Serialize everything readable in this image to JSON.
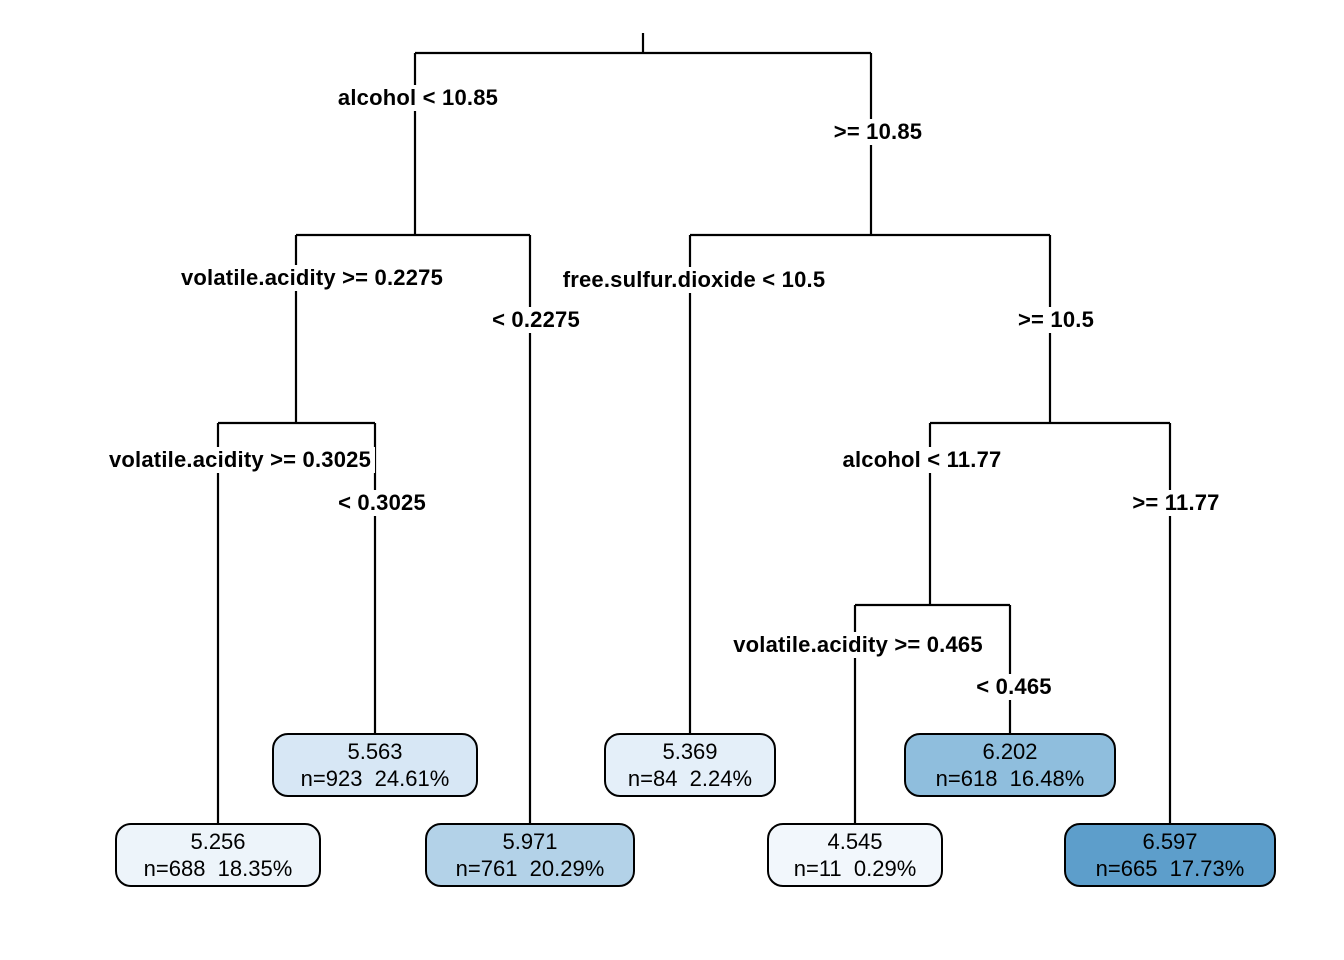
{
  "diagram": {
    "type": "regression-decision-tree",
    "background_color": "#ffffff",
    "line_color": "#000000",
    "text_color": "#000000",
    "leaf_border_color": "#000000",
    "splits": [
      {
        "id": "s-root",
        "parent_id": null,
        "side": null,
        "left_label": "alcohol < 10.85",
        "right_label": ">= 10.85"
      },
      {
        "id": "s-va2275",
        "parent_id": "s-root",
        "side": "left",
        "left_label": "volatile.acidity >= 0.2275",
        "right_label": "< 0.2275"
      },
      {
        "id": "s-fsd105",
        "parent_id": "s-root",
        "side": "right",
        "left_label": "free.sulfur.dioxide < 10.5",
        "right_label": ">= 10.5"
      },
      {
        "id": "s-va3025",
        "parent_id": "s-va2275",
        "side": "left",
        "left_label": "volatile.acidity >= 0.3025",
        "right_label": "< 0.3025"
      },
      {
        "id": "s-alc1177",
        "parent_id": "s-fsd105",
        "side": "right",
        "left_label": "alcohol < 11.77",
        "right_label": ">= 11.77"
      },
      {
        "id": "s-va465",
        "parent_id": "s-alc1177",
        "side": "left",
        "left_label": "volatile.acidity >= 0.465",
        "right_label": "< 0.465"
      }
    ],
    "leaves": [
      {
        "value": "5.256",
        "stats": "n=688  18.35%",
        "fill": "#edf4fa",
        "parent_id": "s-va3025",
        "side": "left"
      },
      {
        "value": "5.563",
        "stats": "n=923  24.61%",
        "fill": "#d7e7f5",
        "parent_id": "s-va3025",
        "side": "right"
      },
      {
        "value": "5.971",
        "stats": "n=761  20.29%",
        "fill": "#b3d2e8",
        "parent_id": "s-va2275",
        "side": "right"
      },
      {
        "value": "5.369",
        "stats": "n=84  2.24%",
        "fill": "#e4eff9",
        "parent_id": "s-fsd105",
        "side": "left"
      },
      {
        "value": "4.545",
        "stats": "n=11  0.29%",
        "fill": "#f2f7fc",
        "parent_id": "s-va465",
        "side": "left"
      },
      {
        "value": "6.202",
        "stats": "n=618  16.48%",
        "fill": "#8fbedd",
        "parent_id": "s-va465",
        "side": "right"
      },
      {
        "value": "6.597",
        "stats": "n=665  17.73%",
        "fill": "#5d9ecb",
        "parent_id": "s-alc1177",
        "side": "right"
      }
    ]
  }
}
